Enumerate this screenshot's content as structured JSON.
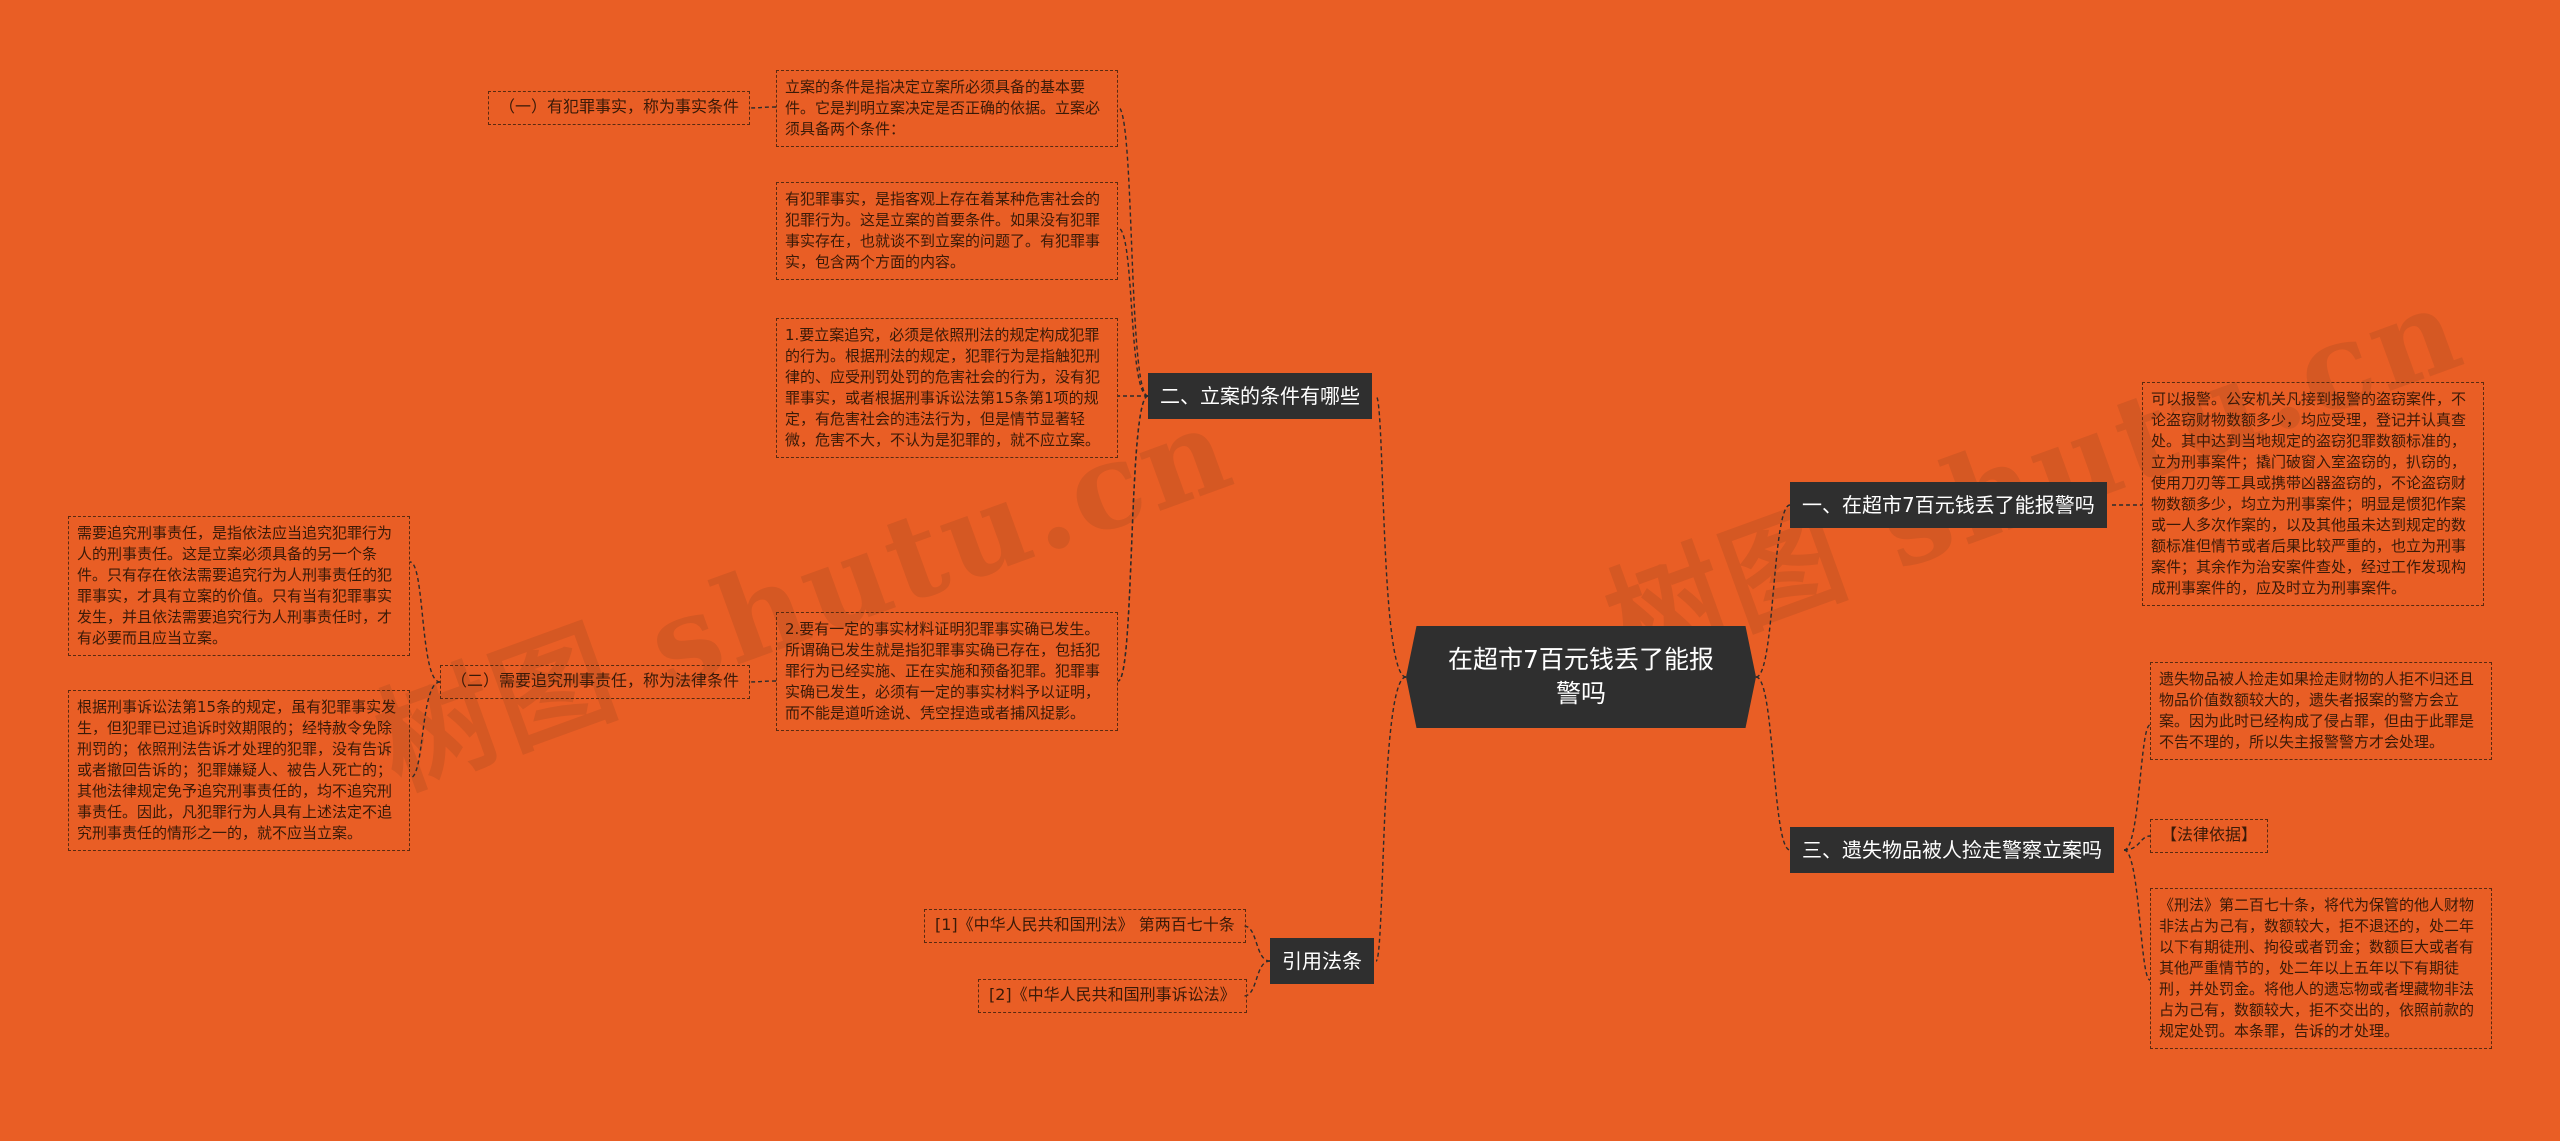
{
  "center": {
    "title": "在超市7百元钱丢了能报警吗"
  },
  "watermarks": [
    "树图 shutu.cn",
    "树图 shutu.cn"
  ],
  "branches": {
    "b1": {
      "label": "一、在超市7百元钱丢了能报警吗"
    },
    "b2": {
      "label": "二、立案的条件有哪些"
    },
    "b3": {
      "label": "三、遗失物品被人捡走警察立案吗"
    },
    "b4": {
      "label": "引用法条"
    }
  },
  "b1": {
    "detail": "可以报警。公安机关凡接到报警的盗窃案件，不论盗窃财物数额多少，均应受理，登记并认真查处。其中达到当地规定的盗窃犯罪数额标准的，立为刑事案件；撬门破窗入室盗窃的，扒窃的，使用刀刃等工具或携带凶器盗窃的，不论盗窃财物数额多少，均立为刑事案件；明显是惯犯作案或一人多次作案的，以及其他虽未达到规定的数额标准但情节或者后果比较严重的，也立为刑事案件；其余作为治安案件查处，经过工作发现构成刑事案件的，应及时立为刑事案件。"
  },
  "b2": {
    "intro": "立案的条件是指决定立案所必须具备的基本要件。它是判明立案决定是否正确的依据。立案必须具备两个条件：",
    "cond1_label": "（一）有犯罪事实，称为事实条件",
    "cond1_detail": "有犯罪事实，是指客观上存在着某种危害社会的犯罪行为。这是立案的首要条件。如果没有犯罪事实存在，也就谈不到立案的问题了。有犯罪事实，包含两个方面的内容。",
    "point1": "1.要立案追究，必须是依照刑法的规定构成犯罪的行为。根据刑法的规定，犯罪行为是指触犯刑律的、应受刑罚处罚的危害社会的行为，没有犯罪事实，或者根据刑事诉讼法第15条第1项的规定，有危害社会的违法行为，但是情节显著轻微，危害不大，不认为是犯罪的，就不应立案。",
    "point2": "2.要有一定的事实材料证明犯罪事实确已发生。所谓确已发生就是指犯罪事实确已存在，包括犯罪行为已经实施、正在实施和预备犯罪。犯罪事实确已发生，必须有一定的事实材料予以证明，而不能是道听途说、凭空捏造或者捕风捉影。",
    "cond2_label": "（二）需要追究刑事责任，称为法律条件",
    "cond2_detail1": "需要追究刑事责任，是指依法应当追究犯罪行为人的刑事责任。这是立案必须具备的另一个条件。只有存在依法需要追究行为人刑事责任的犯罪事实，才具有立案的价值。只有当有犯罪事实发生，并且依法需要追究行为人刑事责任时，才有必要而且应当立案。",
    "cond2_detail2": "根据刑事诉讼法第15条的规定，虽有犯罪事实发生，但犯罪已过追诉时效期限的；经特赦令免除刑罚的；依照刑法告诉才处理的犯罪，没有告诉或者撤回告诉的；犯罪嫌疑人、被告人死亡的；其他法律规定免予追究刑事责任的，均不追究刑事责任。因此，凡犯罪行为人具有上述法定不追究刑事责任的情形之一的，就不应当立案。"
  },
  "b3": {
    "detail": "遗失物品被人捡走如果捡走财物的人拒不归还且物品价值数额较大的，遗失者报案的警方会立案。因为此时已经构成了侵占罪，但由于此罪是不告不理的，所以失主报警警方才会处理。",
    "legal_label": "【法律依据】",
    "legal_detail": "《刑法》第二百七十条，将代为保管的他人财物非法占为己有，数额较大，拒不退还的，处二年以下有期徒刑、拘役或者罚金；数额巨大或者有其他严重情节的，处二年以上五年以下有期徒刑，并处罚金。将他人的遗忘物或者埋藏物非法占为己有，数额较大，拒不交出的，依照前款的规定处罚。本条罪，告诉的才处理。"
  },
  "b4": {
    "law1": "[1]《中华人民共和国刑法》 第两百七十条",
    "law2": "[2]《中华人民共和国刑事诉讼法》"
  }
}
